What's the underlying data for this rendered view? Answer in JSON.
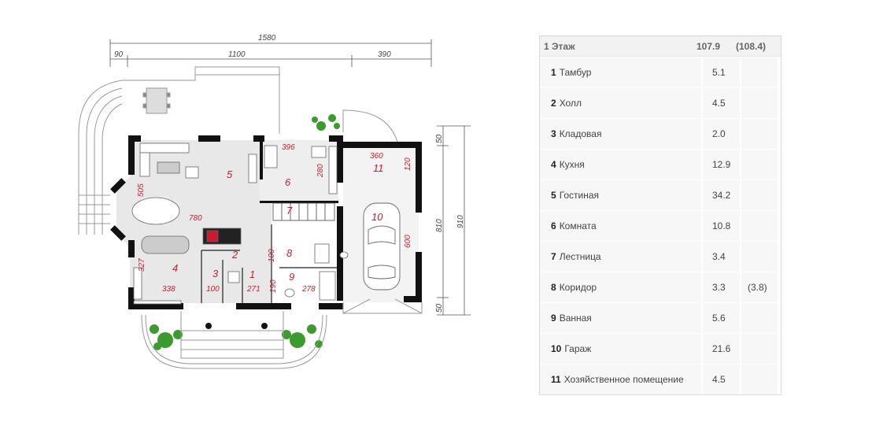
{
  "plan": {
    "dims": {
      "total_width": "1580",
      "seg_left": "90",
      "seg_mid": "1100",
      "seg_right": "390",
      "height_total": "910",
      "height_inner": "810",
      "height_top": "50",
      "height_bottom": "50"
    },
    "room_dims": {
      "d396": "396",
      "d360": "360",
      "d280": "280",
      "d120": "120",
      "d505": "505",
      "d780": "780",
      "d327": "327",
      "d338": "338",
      "d100a": "100",
      "d271": "271",
      "d190": "190",
      "d278": "278",
      "d100b": "100",
      "d600": "600"
    },
    "room_labels": [
      "1",
      "2",
      "3",
      "4",
      "5",
      "6",
      "7",
      "8",
      "9",
      "10",
      "11"
    ]
  },
  "table": {
    "header": {
      "name": "1 Этаж",
      "area": "107.9",
      "extra": "(108.4)"
    },
    "rows": [
      {
        "num": "1",
        "name": "Тамбур",
        "area": "5.1",
        "extra": ""
      },
      {
        "num": "2",
        "name": "Холл",
        "area": "4.5",
        "extra": ""
      },
      {
        "num": "3",
        "name": "Кладовая",
        "area": "2.0",
        "extra": ""
      },
      {
        "num": "4",
        "name": "Кухня",
        "area": "12.9",
        "extra": ""
      },
      {
        "num": "5",
        "name": "Гостиная",
        "area": "34.2",
        "extra": ""
      },
      {
        "num": "6",
        "name": "Комната",
        "area": "10.8",
        "extra": ""
      },
      {
        "num": "7",
        "name": "Лестница",
        "area": "3.4",
        "extra": ""
      },
      {
        "num": "8",
        "name": "Коридор",
        "area": "3.3",
        "extra": "(3.8)"
      },
      {
        "num": "9",
        "name": "Ванная",
        "area": "5.6",
        "extra": ""
      },
      {
        "num": "10",
        "name": "Гараж",
        "area": "21.6",
        "extra": ""
      },
      {
        "num": "11",
        "name": "Хозяйственное помещение",
        "area": "4.5",
        "extra": ""
      }
    ]
  }
}
